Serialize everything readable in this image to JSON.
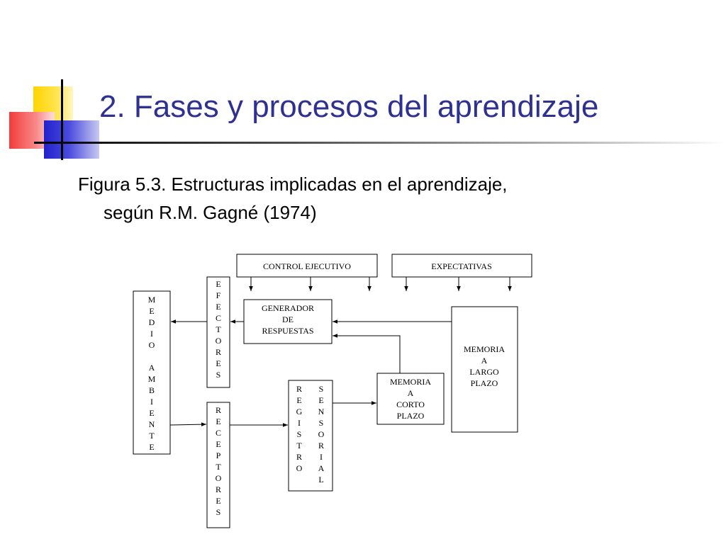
{
  "slide": {
    "title": "2. Fases y procesos del aprendizaje",
    "caption_line1": "Figura 5.3. Estructuras implicadas en el aprendizaje,",
    "caption_line2": "según R.M. Gagné (1974)"
  },
  "diagram": {
    "control_ejecutivo": "CONTROL EJECUTIVO",
    "expectativas": "EXPECTATIVAS",
    "generador": [
      "GENERADOR",
      "DE",
      "RESPUESTAS"
    ],
    "efectores": [
      "E",
      "F",
      "E",
      "C",
      "T",
      "O",
      "R",
      "E",
      "S"
    ],
    "medio_ambiente_1": [
      "M",
      "E",
      "D",
      "I",
      "O"
    ],
    "medio_ambiente_2": [
      "A",
      "M",
      "B",
      "I",
      "E",
      "N",
      "T",
      "E"
    ],
    "receptores": [
      "R",
      "E",
      "C",
      "E",
      "P",
      "T",
      "O",
      "R",
      "E",
      "S"
    ],
    "registro": [
      "R",
      "E",
      "G",
      "I",
      "S",
      "T",
      "R",
      "O"
    ],
    "sensorial": [
      "S",
      "E",
      "N",
      "S",
      "O",
      "R",
      "I",
      "A",
      "L"
    ],
    "memoria_corto": [
      "MEMORIA",
      "A",
      "CORTO",
      "PLAZO"
    ],
    "memoria_largo": [
      "MEMORIA",
      "A",
      "LARGO",
      "PLAZO"
    ]
  }
}
